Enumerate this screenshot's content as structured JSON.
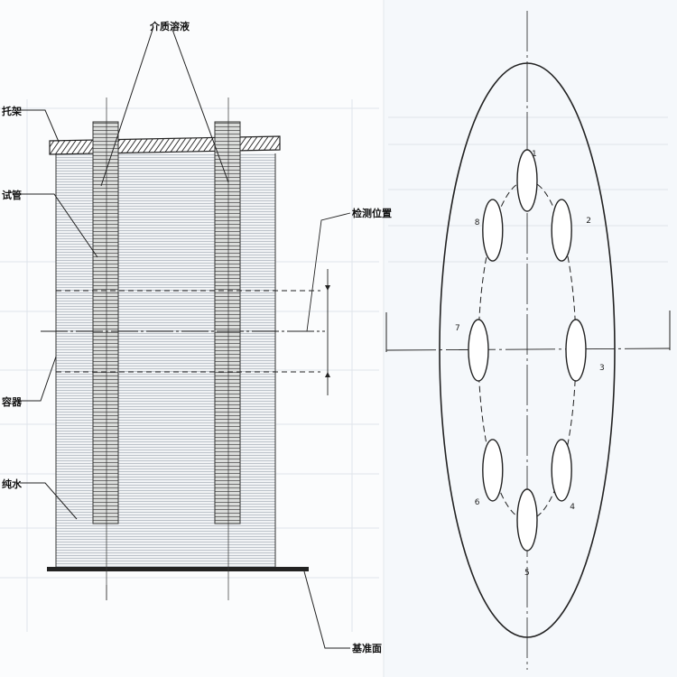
{
  "labels": {
    "medium": "介质溶液",
    "rack": "托架",
    "tube": "试管",
    "detect": "检测位置",
    "container": "容器",
    "water": "纯水",
    "base": "基准面"
  },
  "positions": [
    "1",
    "2",
    "3",
    "4",
    "5",
    "6",
    "7",
    "8"
  ],
  "colors": {
    "ink": "#111111",
    "water_fill": "#f1f3f5",
    "tube_fill": "#c9ccc9",
    "paper_left": "#fbfcfd",
    "paper_right": "#f5f8fb"
  }
}
